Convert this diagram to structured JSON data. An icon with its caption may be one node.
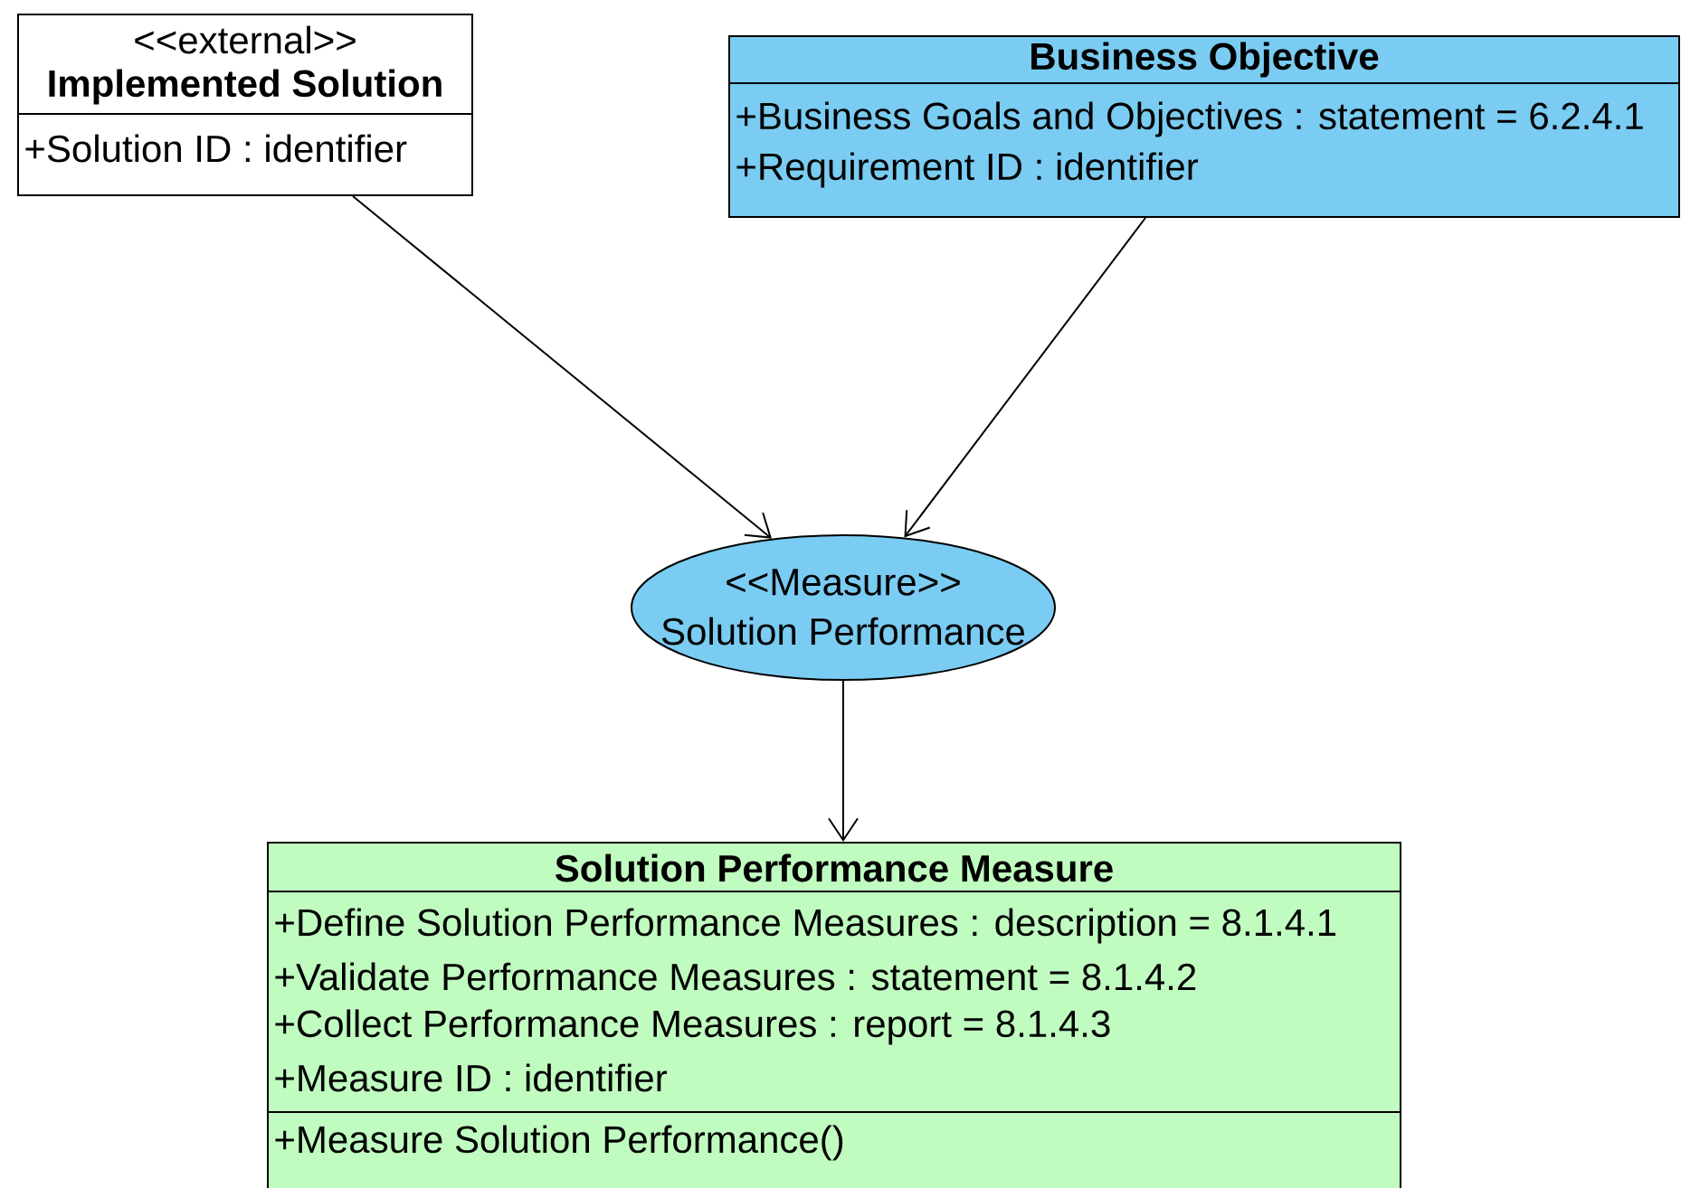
{
  "diagram": {
    "nodes": [
      {
        "text": [
          "<<external>>",
          "Implemented Solution",
          "+Solution ID : identifier"
        ]
      },
      {
        "text": [
          "Business Objective",
          "+Business Goals and Objectives : statement = 6.2.4.1",
          "+Requirement ID : identifier"
        ]
      },
      {
        "text": [
          "<<Measure>>",
          "Solution Performance"
        ]
      },
      {
        "text": [
          "Solution Performance Measure",
          "+Define Solution Performance Measures : description = 8.1.4.1",
          "+Validate Performance Measures : statement = 8.1.4.2",
          "+Collect Performance Measures : report = 8.1.4.3",
          "+Measure ID : identifier",
          "+Measure Solution Performance()"
        ]
      }
    ],
    "edges": [
      {
        "from": 0,
        "to": 2,
        "arrow": "to"
      },
      {
        "from": 1,
        "to": 2,
        "arrow": "to"
      },
      {
        "from": 2,
        "to": 3,
        "arrow": "to"
      }
    ]
  }
}
